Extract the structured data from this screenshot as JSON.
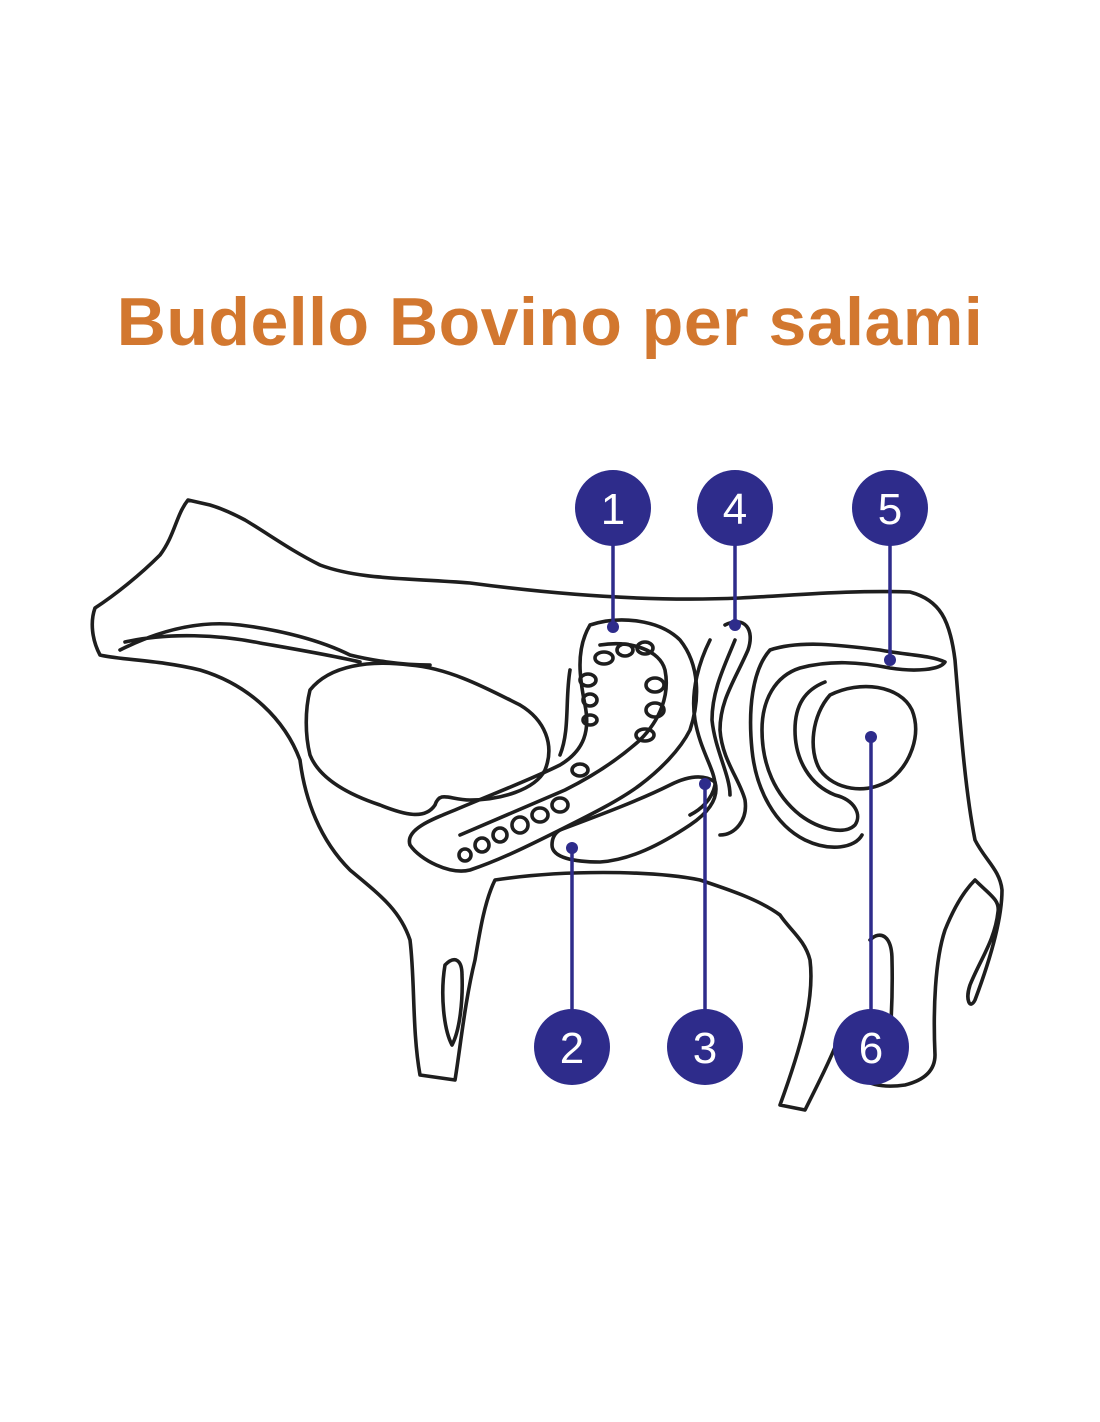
{
  "title": "Budello Bovino per salami",
  "colors": {
    "title": "#d2772f",
    "marker": "#2e2c8b",
    "outline": "#1e1e1e"
  },
  "markers": [
    {
      "label": "1"
    },
    {
      "label": "2"
    },
    {
      "label": "3"
    },
    {
      "label": "4"
    },
    {
      "label": "5"
    },
    {
      "label": "6"
    }
  ]
}
